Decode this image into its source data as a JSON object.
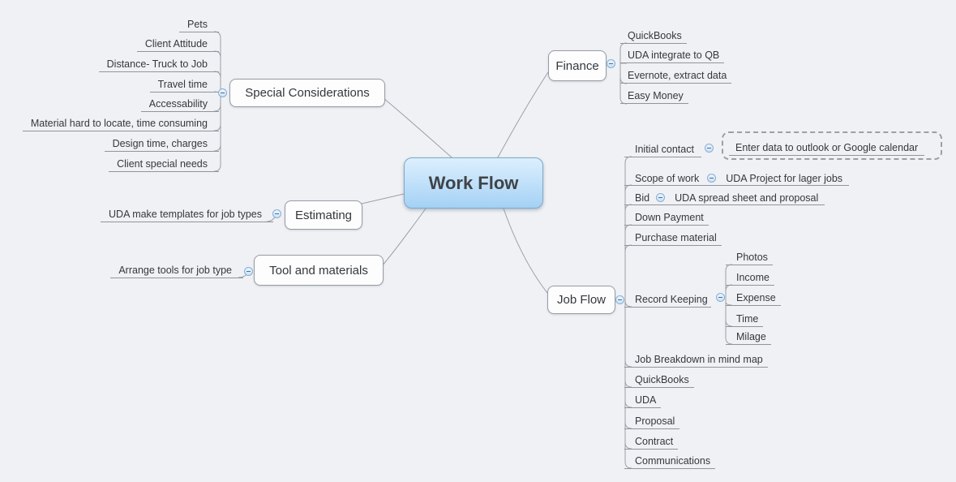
{
  "root": {
    "label": "Work Flow"
  },
  "special": {
    "label": "Special Considerations",
    "children": [
      "Pets",
      "Client Attitude",
      "Distance- Truck to Job",
      "Travel time",
      "Accessability",
      "Material hard to locate, time consuming",
      "Design time, charges",
      "Client special needs"
    ]
  },
  "estimating": {
    "label": "Estimating",
    "child": "UDA make templates for job types"
  },
  "tools": {
    "label": "Tool and materials",
    "child": "Arrange tools for job type"
  },
  "finance": {
    "label": "Finance",
    "children": [
      "QuickBooks",
      "UDA integrate to QB",
      "Evernote, extract data",
      "Easy Money"
    ]
  },
  "jobflow": {
    "label": "Job Flow",
    "initial": {
      "label": "Initial contact",
      "callout": "Enter data to outlook or Google calendar"
    },
    "scope": {
      "label": "Scope of work",
      "sub": "UDA Project for lager jobs"
    },
    "bid": {
      "label": "Bid",
      "sub": "UDA spread sheet and proposal"
    },
    "down_payment": "Down Payment",
    "purchase_material": "Purchase material",
    "record": {
      "label": "Record Keeping",
      "children": [
        "Photos",
        "Income",
        "Expense",
        "Time",
        "Milage"
      ]
    },
    "tail": [
      "Job Breakdown in mind map",
      "QuickBooks",
      "UDA",
      "Proposal",
      "Contract",
      "Communications"
    ]
  },
  "colors": {
    "background": "#f0f1f5",
    "connector": "#9ba0a7",
    "underline": "#90959b",
    "node_fill": "#fdfdfe",
    "node_border": "#979da4",
    "root_gradient_top": "#dceffd",
    "root_gradient_bottom": "#a4d1f4",
    "root_border": "#7fa9c9",
    "text": "#34383b",
    "collapse_fill": "#cde2f4",
    "collapse_border": "#86aed3",
    "collapse_glyph": "#44719f"
  }
}
